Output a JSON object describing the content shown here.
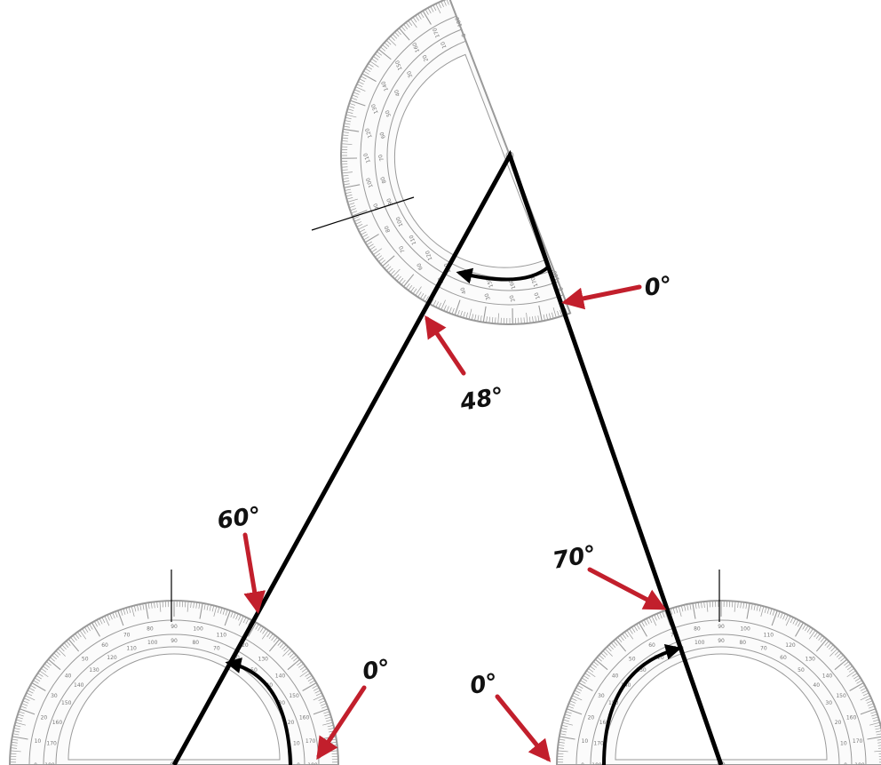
{
  "colors": {
    "triangle": "#000000",
    "protractor": "#9a9a9a",
    "protractor_face": "#fbfbfb",
    "pointer_arrow": "#c21f2c",
    "rotation_arrow": "#000000"
  },
  "angle_labels": {
    "top_zero": "0°",
    "top_reading": "48°",
    "left_reading": "60°",
    "left_zero": "0°",
    "right_reading": "70°",
    "right_zero": "0°"
  },
  "protractor_scale": {
    "max": 180,
    "label_step": 10
  }
}
